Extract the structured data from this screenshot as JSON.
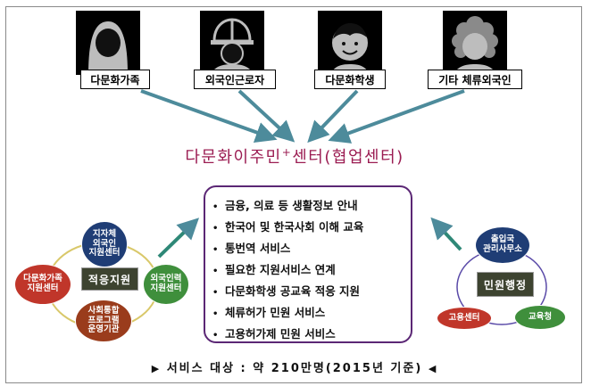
{
  "groups": [
    {
      "label": "다문화가족",
      "icon": "woman-icon"
    },
    {
      "label": "외국인근로자",
      "icon": "worker-helmet-icon"
    },
    {
      "label": "다문화학생",
      "icon": "child-icon"
    },
    {
      "label": "기타 체류외국인",
      "icon": "curly-hair-person-icon"
    }
  ],
  "center": {
    "title_main": "다문화이주민",
    "title_sup": "+",
    "title_rest": "센터(협업센터)"
  },
  "services": [
    "금융, 의료 등 생활정보 안내",
    "한국어 및 한국사회 이해 교육",
    "통번역 서비스",
    "필요한 지원서비스 연계",
    "다문화학생 공교육 적응 지원",
    "체류허가 민원 서비스",
    "고용허가제 민원 서비스"
  ],
  "bullet": "•",
  "left_cluster": {
    "center": "적응지원",
    "nodes": {
      "top": "지자체\n외국인\n지원센터",
      "left": "다문화가족\n지원센터",
      "right": "외국인력\n지원센터",
      "bottom": "사회통합\n프로그램\n운영기관"
    }
  },
  "right_cluster": {
    "center": "민원행정",
    "nodes": {
      "top": "출입국\n관리사무소",
      "left": "고용센터",
      "right": "교육청"
    }
  },
  "footer": {
    "left_marker": "▶",
    "text": "서비스 대상 : 약 210만명(2015년 기준)",
    "right_marker": "◀"
  },
  "colors": {
    "arrow": "#4d8b9b",
    "title": "#9b1c52",
    "box_border": "#5b2775",
    "navy": "#1f3d75",
    "green": "#3f8f3c",
    "brown": "#9a3c1c",
    "red": "#c0362a",
    "dark": "#3d4330"
  }
}
